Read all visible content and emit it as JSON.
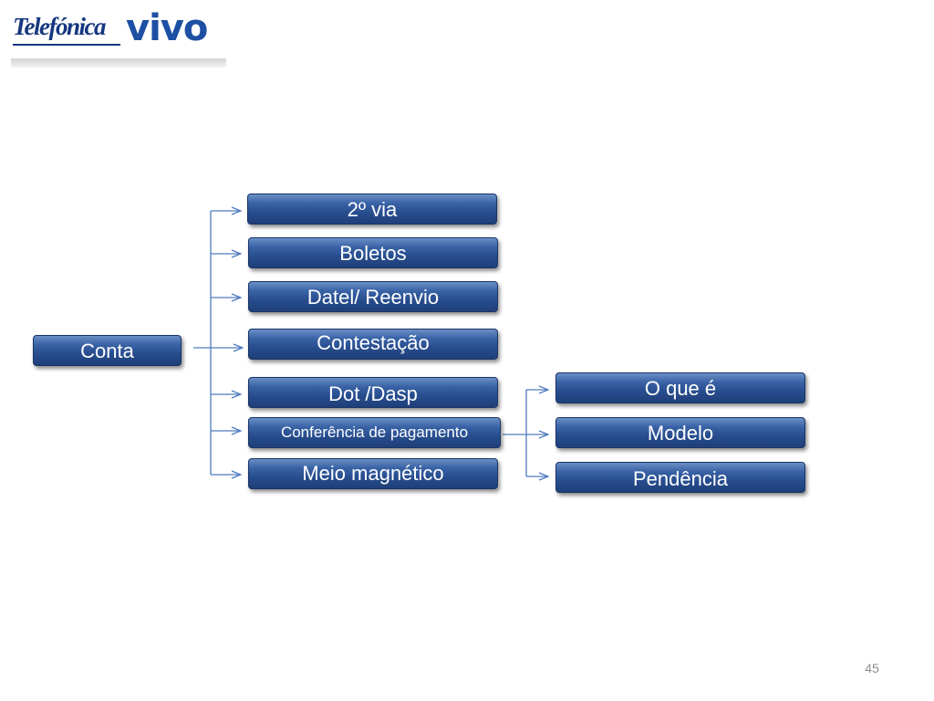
{
  "logo": {
    "telefonica": "Telefónica",
    "vivo": "vivo"
  },
  "diagram": {
    "root": "Conta",
    "branches": [
      "2º via",
      "Boletos",
      "Datel/ Reenvio",
      "Contestação",
      "Dot /Dasp",
      "Conferência de pagamento",
      "Meio magnético"
    ],
    "sub_branches": [
      "O que é",
      "Modelo",
      "Pendência"
    ]
  },
  "colors": {
    "box_fill": "#2d569a",
    "connector": "#4f7bbf",
    "brand": "#1d4fa3"
  },
  "page_number": "45"
}
